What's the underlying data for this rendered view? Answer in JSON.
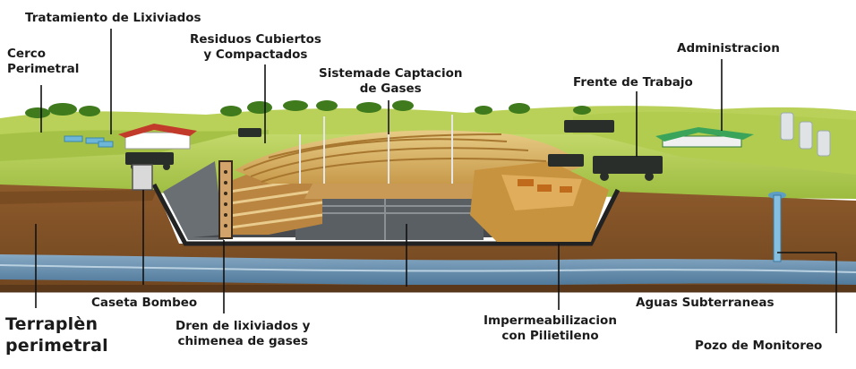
{
  "labels": {
    "tratamiento": "Tratamiento de Lixiviados",
    "cerco": "Cerco\nPerimetral",
    "residuos": "Residuos Cubiertos\ny Compactados",
    "captacion": "Sistemade Captacion\nde Gases",
    "frente": "Frente de Trabajo",
    "administracion": "Administracion",
    "caseta": "Caseta Bombeo",
    "terraplen": "Terraplèn\nperimetral",
    "dren": "Dren de lixiviados y\nchimenea de gases",
    "impermeabilizacion": "Impermeabilizacion\ncon Pilietileno",
    "aguas": "Aguas Subterraneas",
    "pozo": "Pozo de Monitoreo"
  },
  "colors": {
    "sky": "#ffffff",
    "grass": "#a9c84a",
    "grass_dark": "#6f9a2b",
    "soil_top": "#8a5a2c",
    "soil": "#6f4422",
    "groundwater": "#5f86a7",
    "groundwater_light": "#86a9c4",
    "liner": "#2b2b2b",
    "cell_gray": "#555a5e",
    "waste_layer": "#d9a85e",
    "cover_layer": "#e8c98a"
  },
  "icons": [
    "house-icon",
    "truck-icon",
    "tank-icon",
    "solar-panel-icon",
    "tree-icon"
  ]
}
